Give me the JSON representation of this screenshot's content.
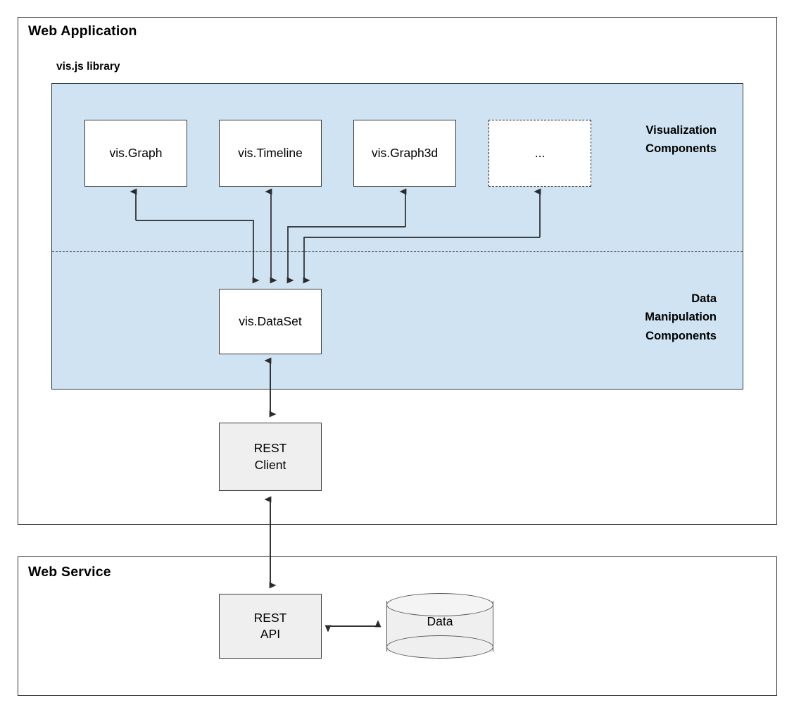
{
  "diagram": {
    "frames": {
      "web_application": "Web Application",
      "web_service": "Web Service"
    },
    "library": {
      "title": "vis.js library",
      "panel_color": "#cfe3f2",
      "layer_labels": {
        "visualization": "Visualization\nComponents",
        "visualization_line1": "Visualization",
        "visualization_line2": "Components",
        "data_manipulation_line1": "Data",
        "data_manipulation_line2": "Manipulation",
        "data_manipulation_line3": "Components"
      }
    },
    "nodes": {
      "vis_graph": "vis.Graph",
      "vis_timeline": "vis.Timeline",
      "vis_graph3d": "vis.Graph3d",
      "vis_other": "...",
      "vis_dataset": "vis.DataSet",
      "rest_client_line1": "REST",
      "rest_client_line2": "Client",
      "rest_api_line1": "REST",
      "rest_api_line2": "API",
      "data_store": "Data"
    }
  }
}
